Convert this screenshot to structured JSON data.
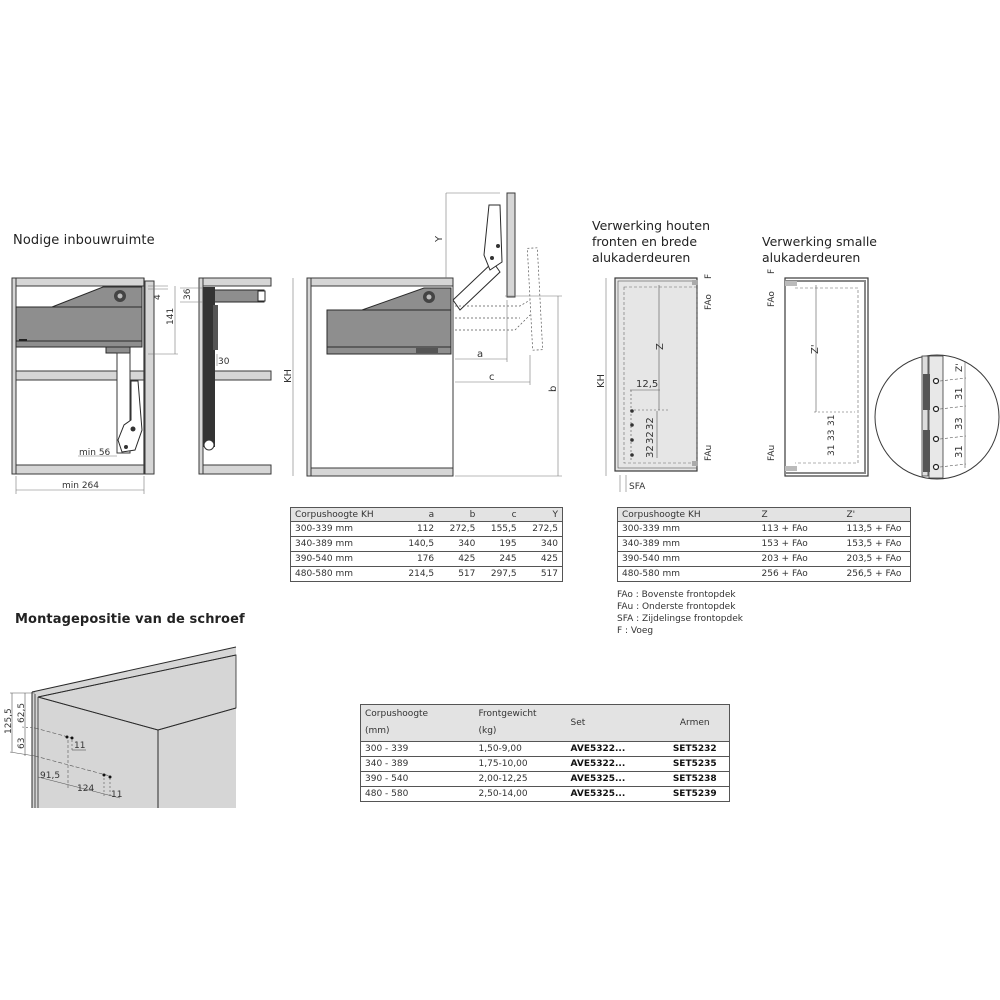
{
  "sections": {
    "install_space": {
      "title": "Nodige inbouwruimte"
    },
    "wood_fronts": {
      "title_lines": [
        "Verwerking houten",
        "fronten en brede",
        "alukaderdeuren"
      ]
    },
    "narrow_alu": {
      "title_lines": [
        "Verwerking smalle",
        "alukaderdeuren"
      ]
    },
    "screw_position": {
      "title": "Montagepositie van de schroef"
    }
  },
  "diagram_labels": {
    "install_space": {
      "dim_4": "4",
      "dim_141": "141",
      "dim_36": "36",
      "dim_30": "30",
      "min_56": "min 56",
      "min_264": "min 264"
    },
    "opening": {
      "Y": "Y",
      "KH": "KH",
      "a": "a",
      "c": "c",
      "b": "b"
    },
    "wood_fronts": {
      "KH": "KH",
      "F": "F",
      "FAo": "FAo",
      "Z": "Z",
      "dim_12_5": "12,5",
      "dim_32a": "32",
      "dim_32b": "32",
      "dim_32c": "32",
      "FAu": "FAu",
      "SFA": "SFA"
    },
    "narrow_alu": {
      "F": "F",
      "FAo": "FAo",
      "Z_prime": "Z'",
      "dim_31a": "31",
      "dim_33": "33",
      "dim_31b": "31",
      "FAu": "FAu"
    },
    "detail_circle": {
      "Z_prime": "Z'",
      "dim_31a": "31",
      "dim_33": "33",
      "dim_31b": "31"
    },
    "screw": {
      "dim_125_5": "125,5",
      "dim_62_5": "62,5",
      "dim_63": "63",
      "dim_11a": "11",
      "dim_91_5": "91,5",
      "dim_124": "124",
      "dim_11b": "11"
    }
  },
  "table_abc": {
    "headers": [
      "Corpushoogte KH",
      "a",
      "b",
      "c",
      "Y"
    ],
    "rows": [
      [
        "300-339 mm",
        "112",
        "272,5",
        "155,5",
        "272,5"
      ],
      [
        "340-389 mm",
        "140,5",
        "340",
        "195",
        "340"
      ],
      [
        "390-540 mm",
        "176",
        "425",
        "245",
        "425"
      ],
      [
        "480-580 mm",
        "214,5",
        "517",
        "297,5",
        "517"
      ]
    ]
  },
  "table_z": {
    "headers": [
      "Corpushoogte KH",
      "Z",
      "Z'"
    ],
    "rows": [
      [
        "300-339 mm",
        "113 + FAo",
        "113,5 + FAo"
      ],
      [
        "340-389 mm",
        "153 + FAo",
        "153,5 + FAo"
      ],
      [
        "390-540 mm",
        "203 + FAo",
        "203,5 + FAo"
      ],
      [
        "480-580 mm",
        "256 + FAo",
        "256,5 + FAo"
      ]
    ],
    "legend": [
      "FAo : Bovenste frontopdek",
      "FAu : Onderste frontopdek",
      "SFA : Zijdelingse frontopdek",
      "F : Voeg"
    ]
  },
  "table_sets": {
    "headers": {
      "col1_line1": "Corpushoogte",
      "col1_line2": "(mm)",
      "col2_line1": "Frontgewicht",
      "col2_line2": "(kg)",
      "col3": "Set",
      "col4": "Armen"
    },
    "rows": [
      [
        "300 - 339",
        "1,50-9,00",
        "AVE5322...",
        "SET5232"
      ],
      [
        "340 - 389",
        "1,75-10,00",
        "AVE5322...",
        "SET5235"
      ],
      [
        "390 - 540",
        "2,00-12,25",
        "AVE5325...",
        "SET5238"
      ],
      [
        "480 - 580",
        "2,50-14,00",
        "AVE5325...",
        "SET5239"
      ]
    ]
  },
  "colors": {
    "line": "#3a3a3a",
    "panel_gray": "#8e8e8e",
    "light_gray": "#d6d6d6",
    "table_header": "#e3e3e3",
    "box_fill": "#e6e6e6"
  }
}
